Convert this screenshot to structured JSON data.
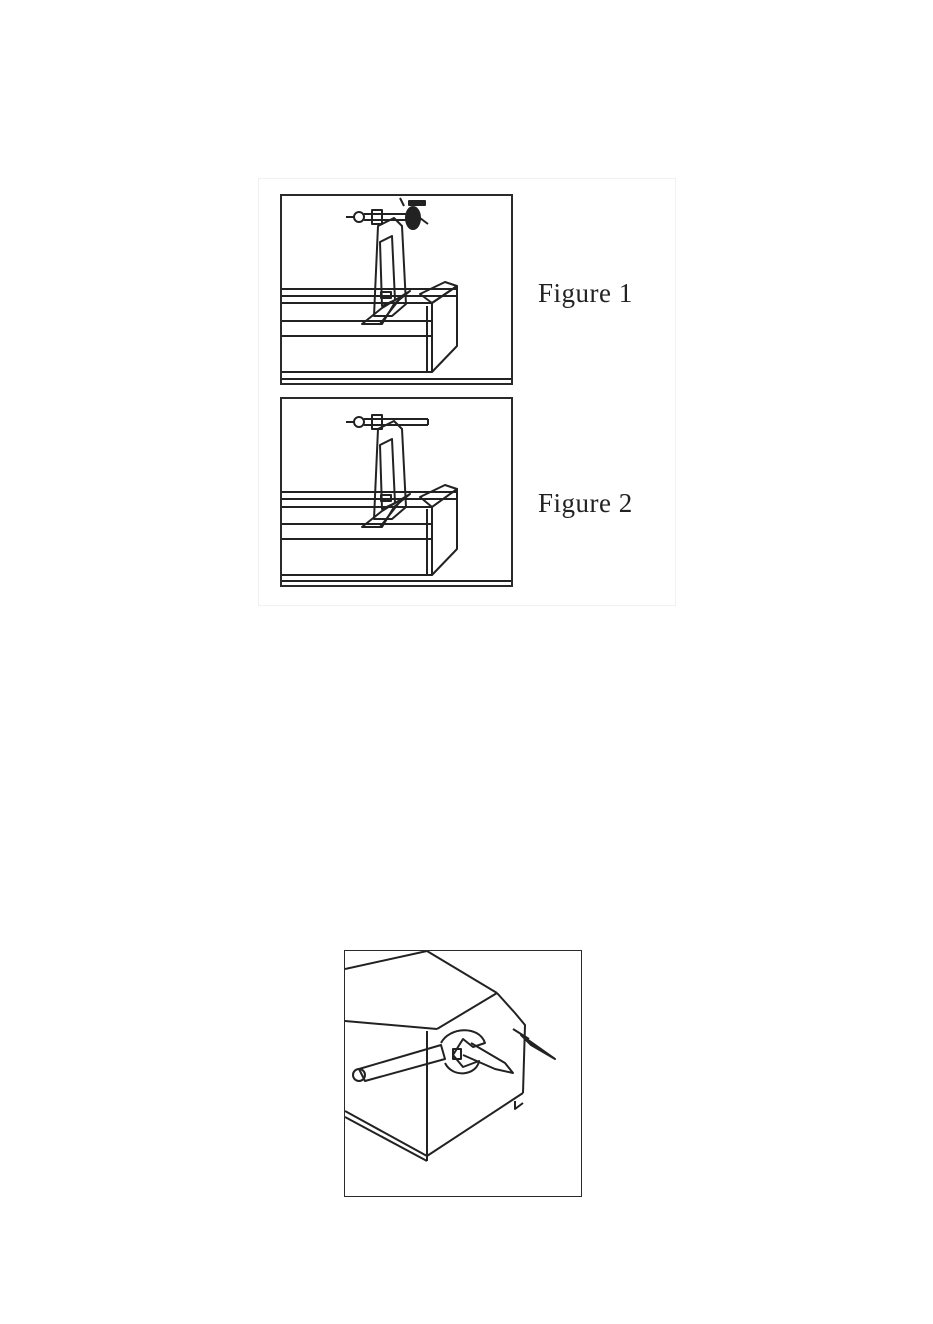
{
  "figures": [
    {
      "label": "Figure 1",
      "icon": "lathe-headstock-with-handwheel-illustration"
    },
    {
      "label": "Figure 2",
      "icon": "lathe-headstock-with-shaft-illustration"
    },
    {
      "label": "",
      "icon": "wrench-tightening-bolt-illustration"
    }
  ]
}
